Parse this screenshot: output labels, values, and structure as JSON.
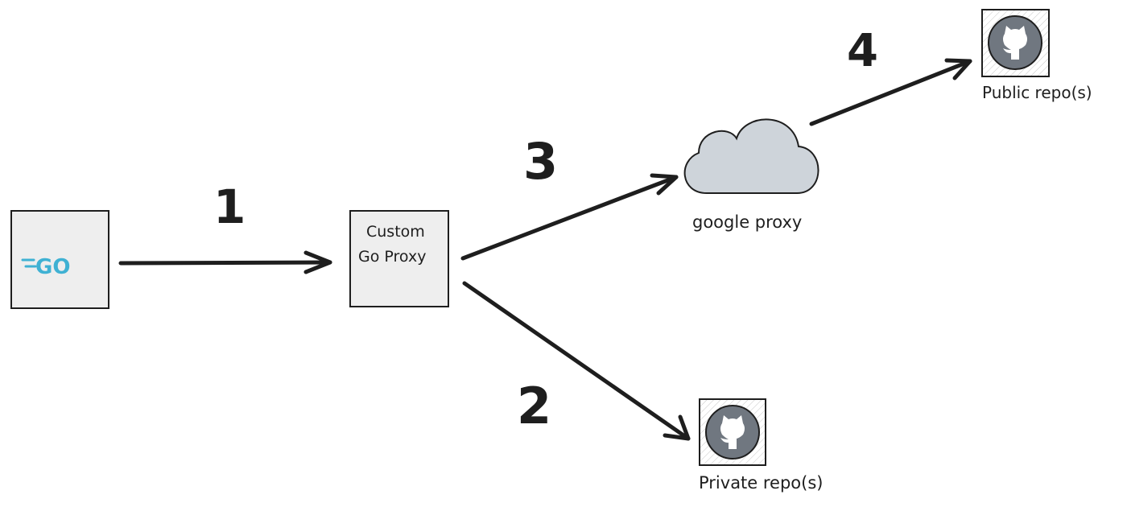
{
  "nodes": {
    "go_client": {
      "logo_text": "=GO"
    },
    "custom_proxy": {
      "line1": "Custom",
      "line2": "Go Proxy"
    },
    "google_proxy": {
      "label": "google proxy"
    },
    "public_repo": {
      "label": "Public repo(s)",
      "icon": "github-icon"
    },
    "private_repo": {
      "label": "Private repo(s)",
      "icon": "github-icon"
    }
  },
  "steps": {
    "step1": "1",
    "step2": "2",
    "step3": "3",
    "step4": "4"
  },
  "colors": {
    "stroke": "#1e1e1e",
    "box_fill": "#eeeeee",
    "cloud_fill": "#ced4da",
    "go_blue": "#3fb1d3",
    "github_circle": "#707780"
  }
}
